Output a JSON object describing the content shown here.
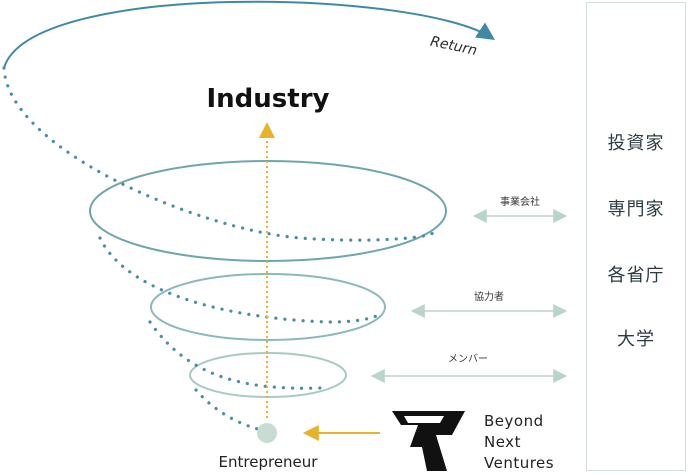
{
  "diagram": {
    "title": "Industry",
    "return_label": "Return",
    "entrepreneur_label": "Entrepreneur",
    "brand": {
      "line1": "Beyond",
      "line2": "Next",
      "line3": "Ventures"
    },
    "rings": [
      {
        "label": "事業会社"
      },
      {
        "label": "協力者"
      },
      {
        "label": "メンバー"
      }
    ],
    "stakeholders": [
      "投資家",
      "専門家",
      "各省庁",
      "大学"
    ],
    "colors": {
      "ring": "#6fa6ab",
      "spiral_dots": "#4a8f9f",
      "return_arrow": "#3e89a6",
      "industry_arrow": "#e8b32a",
      "connector": "#c9dfd9",
      "node": "#c7ddd3"
    }
  }
}
